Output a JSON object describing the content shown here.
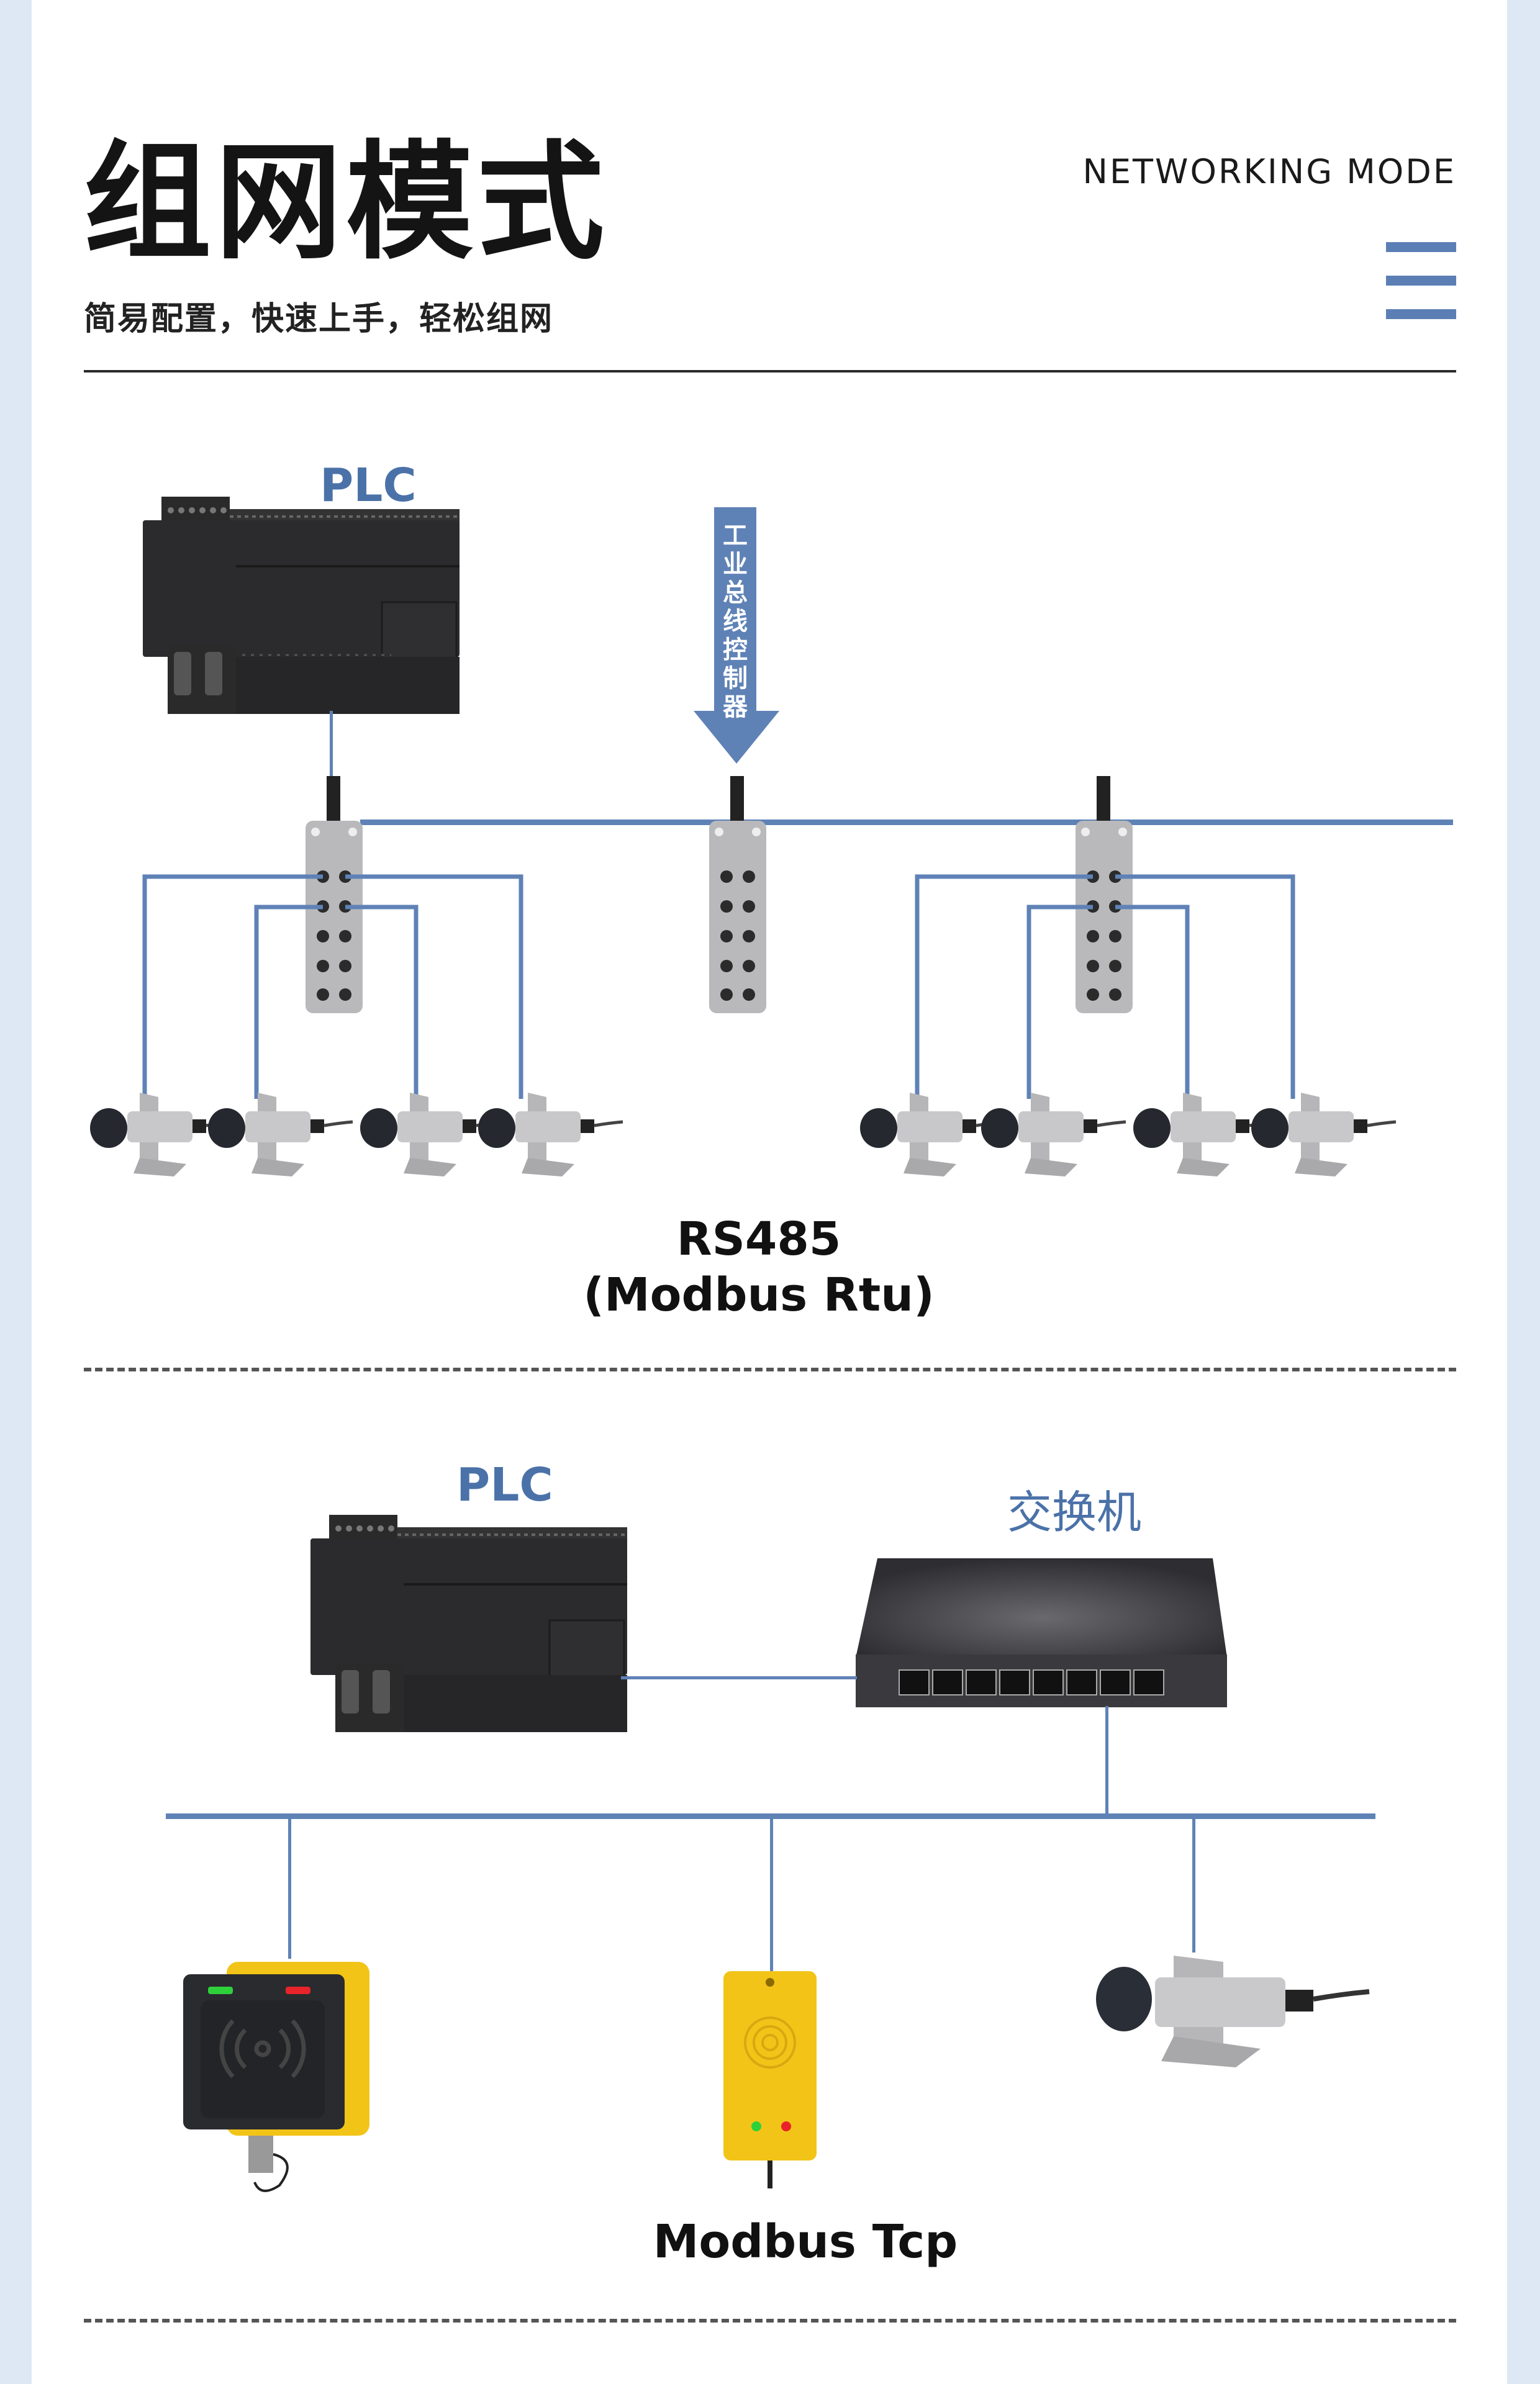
{
  "header": {
    "title": "组网模式",
    "subtitle": "简易配置，快速上手，轻松组网",
    "english_title": "NETWORKING MODE",
    "menu_icon": "hamburger-menu-icon"
  },
  "rs485_section": {
    "plc_label": "PLC",
    "controller_label": "工业总线控制器",
    "protocol_line1": "RS485",
    "protocol_line2": "(Modbus Rtu)",
    "devices": {
      "plc": "plc-icon",
      "io_modules": [
        "io-module-icon",
        "io-module-icon",
        "io-module-icon"
      ],
      "sensors": [
        "proximity-sensor-icon",
        "proximity-sensor-icon",
        "proximity-sensor-icon",
        "proximity-sensor-icon",
        "proximity-sensor-icon",
        "proximity-sensor-icon",
        "proximity-sensor-icon",
        "proximity-sensor-icon"
      ]
    }
  },
  "tcp_section": {
    "plc_label": "PLC",
    "switch_label": "交换机",
    "protocol_label": "Modbus Tcp",
    "devices": [
      "rfid-reader-icon",
      "rfid-tag-reader-icon",
      "proximity-sensor-icon"
    ]
  },
  "colors": {
    "accent_blue": "#5f82b6",
    "label_blue": "#4b72a8",
    "side_border": "#dde8f4",
    "led_green": "#2fd13a",
    "led_red": "#e8232a",
    "rfid_yellow": "#f2c418"
  }
}
